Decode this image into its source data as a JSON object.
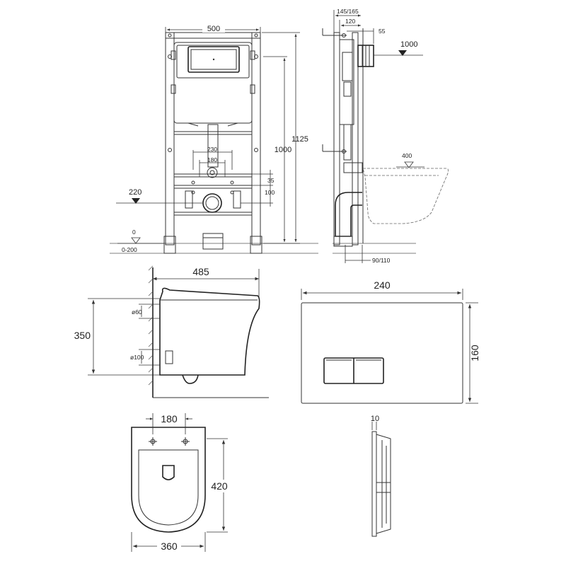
{
  "frame_front": {
    "width": "500",
    "height_total": "1125",
    "height_frame": "1000",
    "outlet_230": "230",
    "outlet_180": "180",
    "offset_35": "35",
    "offset_100": "100",
    "level_220": "220",
    "level_0": "0",
    "floor_range": "0-200"
  },
  "frame_side": {
    "depth_145_165": "145/165",
    "depth_120": "120",
    "depth_55": "55",
    "level_1000": "1000",
    "level_400": "400",
    "bottom_90_110": "90/110"
  },
  "bowl_side": {
    "length": "485",
    "height": "350",
    "inlet_dia": "ø60",
    "outlet_dia": "ø100"
  },
  "flush_plate": {
    "width": "240",
    "height": "160",
    "thickness": "10"
  },
  "bowl_top": {
    "hole_spacing": "180",
    "length": "420",
    "width": "360"
  }
}
